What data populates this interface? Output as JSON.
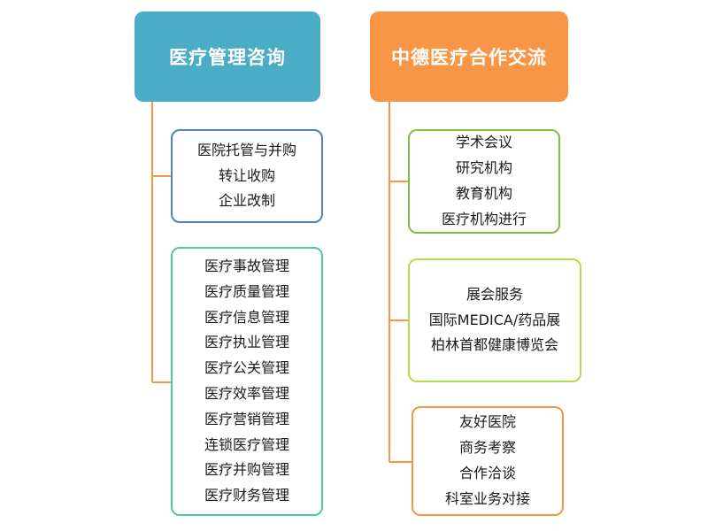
{
  "colors": {
    "left_header": "#4bacc6",
    "right_header": "#f79646",
    "left_connector": "#f79646",
    "right_connector": "#f79646"
  },
  "left": {
    "title": "医疗管理咨询",
    "groups": [
      {
        "items": [
          "医院托管与并购",
          "转让收购",
          "企业改制"
        ]
      },
      {
        "items": [
          "医疗事故管理",
          "医疗质量管理",
          "医疗信息管理",
          "医疗执业管理",
          "医疗公关管理",
          "医疗效率管理",
          "医疗营销管理",
          "连锁医疗管理",
          "医疗并购管理",
          "医疗财务管理"
        ]
      }
    ]
  },
  "right": {
    "title": "中德医疗合作交流",
    "groups": [
      {
        "items": [
          "学术会议",
          "研究机构",
          "教育机构",
          "医疗机构进行"
        ]
      },
      {
        "items": [
          "展会服务",
          "国际MEDICA/药品展",
          "柏林首都健康博览会"
        ]
      },
      {
        "items": [
          "友好医院",
          "商务考察",
          "合作洽谈",
          "科室业务对接"
        ]
      }
    ]
  }
}
